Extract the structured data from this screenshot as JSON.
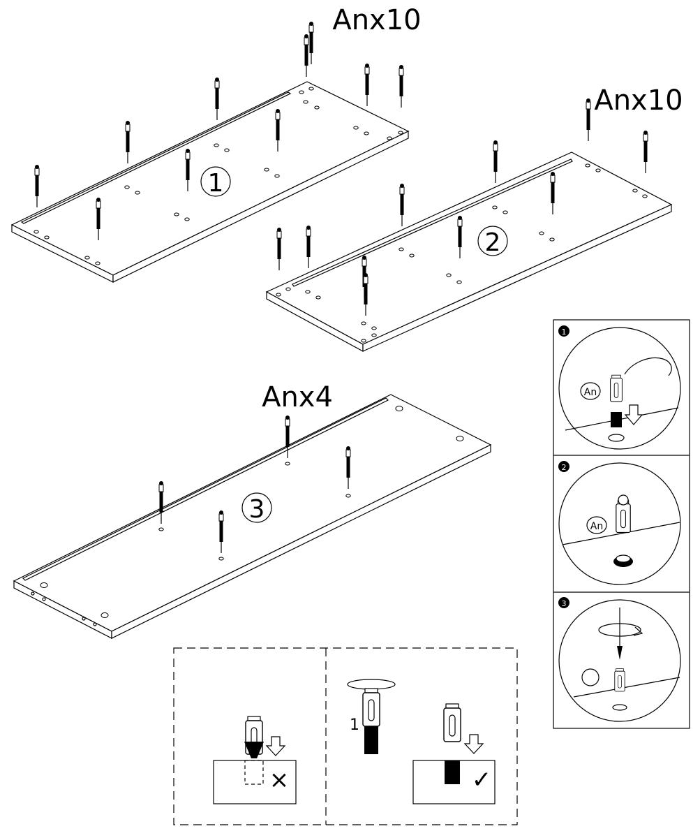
{
  "panels": [
    {
      "number": "1",
      "hardware_label": "Anx10"
    },
    {
      "number": "2",
      "hardware_label": "Anx10"
    },
    {
      "number": "3",
      "hardware_label": "Anx4"
    }
  ],
  "steps": [
    {
      "number": "1",
      "part_label": "An"
    },
    {
      "number": "2",
      "part_label": "An"
    },
    {
      "number": "3"
    }
  ],
  "notes": {
    "wrong_mark": "×",
    "correct_mark": "✓",
    "rotation_mark": "1"
  }
}
